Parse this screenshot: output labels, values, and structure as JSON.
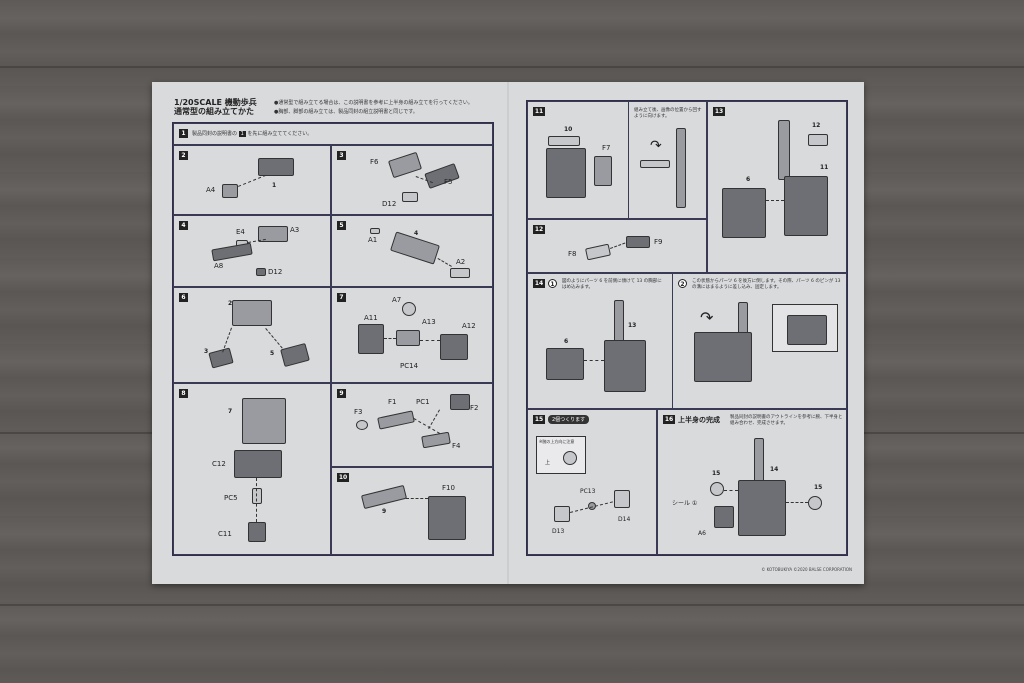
{
  "header": {
    "title_line1": "1/20SCALE 機動歩兵",
    "title_line2": "通常型の組み立てかた",
    "note1": "●通常型で組み立てる場合は、この説明書を参考に上半身の組み立てを行ってください。",
    "note2": "●胸部、脚部の組み立ては、製品同封の組立説明書と同じです。"
  },
  "left_steps": {
    "s1": {
      "num": "1",
      "inline_num": "1",
      "text": "製品同封の説明書の",
      "text_after": "を先に組み立ててください。"
    },
    "s2": {
      "num": "2",
      "labels": [
        "A4",
        "1"
      ]
    },
    "s3": {
      "num": "3",
      "labels": [
        "F6",
        "F5",
        "D12"
      ]
    },
    "s4": {
      "num": "4",
      "labels": [
        "E4",
        "A3",
        "A8",
        "D12"
      ]
    },
    "s5": {
      "num": "5",
      "labels": [
        "A1",
        "4",
        "A2"
      ]
    },
    "s6": {
      "num": "6",
      "labels": [
        "2",
        "3",
        "5"
      ]
    },
    "s7": {
      "num": "7",
      "labels": [
        "A7",
        "A11",
        "A13",
        "A12",
        "PC14"
      ]
    },
    "s8": {
      "num": "8",
      "labels": [
        "7",
        "C12",
        "PC5",
        "C11"
      ]
    },
    "s9": {
      "num": "9",
      "labels": [
        "F1",
        "PC1",
        "F2",
        "F3",
        "F4"
      ]
    },
    "s10": {
      "num": "10",
      "labels": [
        "F10",
        "9"
      ]
    }
  },
  "right_steps": {
    "s11": {
      "num": "11",
      "labels": [
        "10",
        "F7"
      ],
      "note": "組み立て後、画像の位置から回すように向けます。"
    },
    "s12": {
      "num": "12",
      "labels": [
        "F8",
        "F9"
      ]
    },
    "s13": {
      "num": "13",
      "labels": [
        "12",
        "11",
        "6"
      ]
    },
    "s14": {
      "num": "14",
      "sub1": {
        "num": "1",
        "text": "図のようにパーツ 6 を前側に傾けて 13 の胸部にはめ込みます。",
        "labels": [
          "6",
          "13"
        ]
      },
      "sub2": {
        "num": "2",
        "text": "この状態からパーツ 6 を後方に倒します。その際、パーツ 6 のピンが 13 の溝にはまるように差し込み、固定します。"
      }
    },
    "s15": {
      "num": "15",
      "tag": "2個つくります",
      "callout": "※腕の上方向に注意",
      "callout_mark": "上",
      "labels": [
        "PC13",
        "D14",
        "D13"
      ]
    },
    "s16": {
      "num": "16",
      "title": "上半身の完成",
      "text": "製品同封の説明書のアウトラインを参考に腕、下半身と組み合わせ、完成させます。",
      "labels": [
        "15",
        "14",
        "15",
        "シール ①",
        "A6"
      ]
    }
  },
  "footer": {
    "copyright": "© KOTOBUKIYA  ©2020 BALSE CORPORATION"
  }
}
